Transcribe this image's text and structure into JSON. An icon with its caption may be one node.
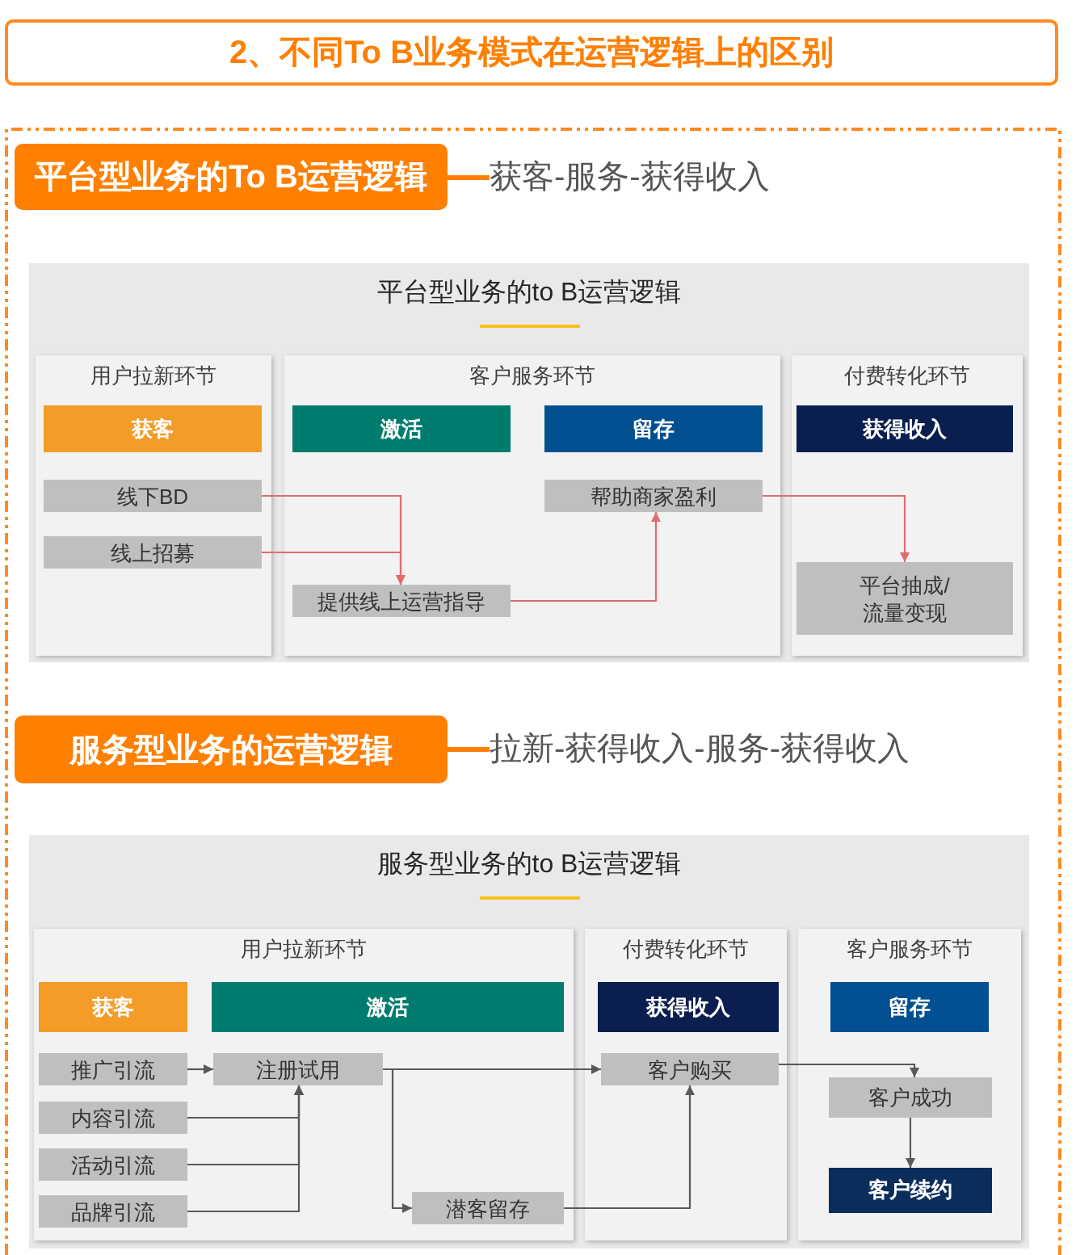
{
  "diagram": {
    "nodes": [
      {
        "text": [
          "2、不同To B业务模式在运营逻辑上的区别"
        ]
      },
      {
        "text": [],
        "shape": "box"
      },
      {
        "text": [
          "平台型业务的To B运营逻辑"
        ],
        "in": 1
      },
      {
        "text": [
          "获客-服务-获得收入"
        ],
        "in": 1
      },
      {
        "text": [
          "平台型业务的to B运营逻辑"
        ],
        "in": 1
      },
      {
        "text": [
          "用户拉新环节"
        ],
        "in": 4
      },
      {
        "text": [
          "获客"
        ],
        "in": 5
      },
      {
        "text": [
          "线下BD"
        ],
        "in": 5
      },
      {
        "text": [
          "线上招募"
        ],
        "in": 5
      },
      {
        "text": [
          "客户服务环节"
        ],
        "in": 4
      },
      {
        "text": [
          "激活"
        ],
        "in": 9
      },
      {
        "text": [
          "留存"
        ],
        "in": 9
      },
      {
        "text": [
          "帮助商家盈利"
        ],
        "in": 9
      },
      {
        "text": [
          "提供线上运营指导"
        ],
        "in": 9
      },
      {
        "text": [
          "付费转化环节"
        ],
        "in": 4
      },
      {
        "text": [
          "获得收入"
        ],
        "in": 14
      },
      {
        "text": [
          "平台抽成/流量变现"
        ],
        "in": 14
      },
      {
        "text": [
          "服务型业务的运营逻辑"
        ],
        "in": 1
      },
      {
        "text": [
          "拉新-获得收入-服务-获得收入"
        ],
        "in": 1
      },
      {
        "text": [
          "服务型业务的to B运营逻辑"
        ],
        "in": 1
      },
      {
        "text": [
          "用户拉新环节"
        ],
        "in": 19
      },
      {
        "text": [
          "获客"
        ],
        "in": 20
      },
      {
        "text": [
          "激活"
        ],
        "in": 20
      },
      {
        "text": [
          "推广引流"
        ],
        "in": 20
      },
      {
        "text": [
          "注册试用"
        ],
        "in": 20
      },
      {
        "text": [
          "内容引流"
        ],
        "in": 20
      },
      {
        "text": [
          "活动引流"
        ],
        "in": 20
      },
      {
        "text": [
          "品牌引流"
        ],
        "in": 20
      },
      {
        "text": [
          "潜客留存"
        ],
        "in": 20
      },
      {
        "text": [
          "付费转化环节"
        ],
        "in": 19
      },
      {
        "text": [
          "获得收入"
        ],
        "in": 29
      },
      {
        "text": [
          "客户购买"
        ],
        "in": 29
      },
      {
        "text": [
          "客户服务环节"
        ],
        "in": 19
      },
      {
        "text": [
          "留存"
        ],
        "in": 32
      },
      {
        "text": [
          "客户成功"
        ],
        "in": 32
      },
      {
        "text": [
          "客户续约"
        ],
        "in": 32
      }
    ],
    "edges": [
      {
        "from": 2,
        "to": 3,
        "arrow": "none",
        "style": "thick",
        "color": "#ff7f00"
      },
      {
        "from": 7,
        "to": 13,
        "arrow": "to",
        "color": "#e06c6c"
      },
      {
        "from": 8,
        "to": 13,
        "arrow": "to",
        "color": "#e06c6c"
      },
      {
        "from": 13,
        "to": 12,
        "arrow": "to",
        "color": "#e06c6c"
      },
      {
        "from": 12,
        "to": 16,
        "arrow": "to",
        "color": "#e06c6c"
      },
      {
        "from": 17,
        "to": 18,
        "arrow": "none",
        "style": "thick",
        "color": "#ff7f00"
      },
      {
        "from": 23,
        "to": 24,
        "arrow": "to"
      },
      {
        "from": 25,
        "to": 24,
        "arrow": "to"
      },
      {
        "from": 26,
        "to": 24,
        "arrow": "to"
      },
      {
        "from": 27,
        "to": 24,
        "arrow": "to"
      },
      {
        "from": 24,
        "to": 28,
        "arrow": "to"
      },
      {
        "from": 24,
        "to": 31,
        "arrow": "to"
      },
      {
        "from": 28,
        "to": 31,
        "arrow": "to"
      },
      {
        "from": 31,
        "to": 34,
        "arrow": "to"
      },
      {
        "from": 34,
        "to": 35,
        "arrow": "to"
      }
    ]
  }
}
